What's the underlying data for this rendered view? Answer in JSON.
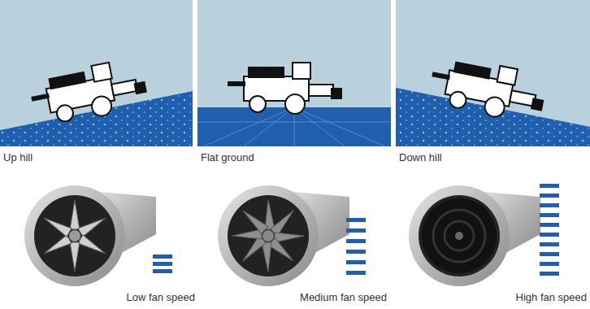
{
  "diagram": {
    "labels": [
      "Up hill",
      "Flat ground",
      "Down hill",
      "Low fan speed",
      "Medium fan speed",
      "High fan speed"
    ]
  }
}
